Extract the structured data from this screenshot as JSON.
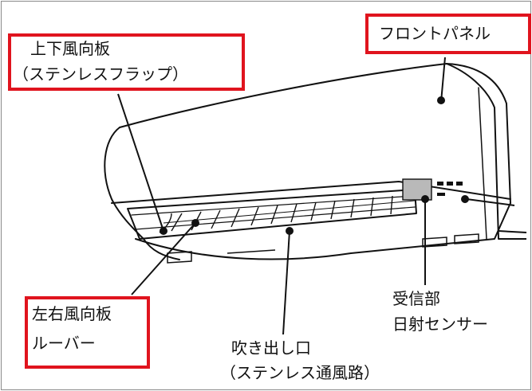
{
  "labels": {
    "vertical_vane": {
      "line1": "上下風向板",
      "line2": "（ステンレスフラップ）"
    },
    "front_panel": "フロントパネル",
    "horizontal_louver": {
      "line1": "左右風向板",
      "line2": "ルーバー"
    },
    "receiver": {
      "line1": "受信部",
      "line2": "日射センサー"
    },
    "outlet": {
      "line1": "吹き出し口",
      "line2": "（ステンレス通風路）"
    }
  },
  "colors": {
    "highlight_box": "#e0141e",
    "line_art": "#111111",
    "receiver_panel": "#b9b9b9"
  }
}
